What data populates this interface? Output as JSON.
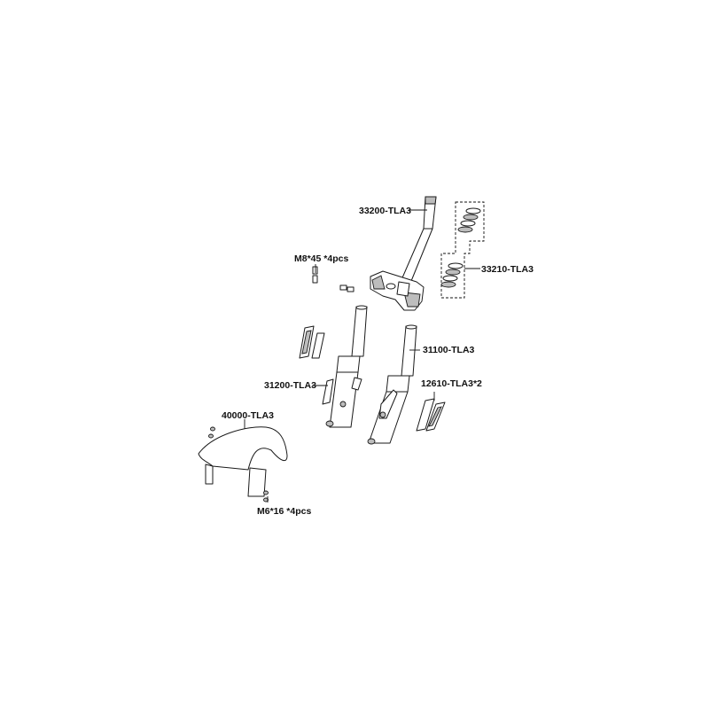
{
  "diagram": {
    "labels": {
      "steering_stem": "33200-TLA3",
      "bearing_set": "33210-TLA3",
      "top_bolts": "M8*45 *4pcs",
      "right_fork": "31100-TLA3",
      "left_fork": "31200-TLA3",
      "reflector": "12610-TLA3*2",
      "front_fender": "40000-TLA3",
      "fender_bolts": "M6*16 *4pcs"
    }
  }
}
